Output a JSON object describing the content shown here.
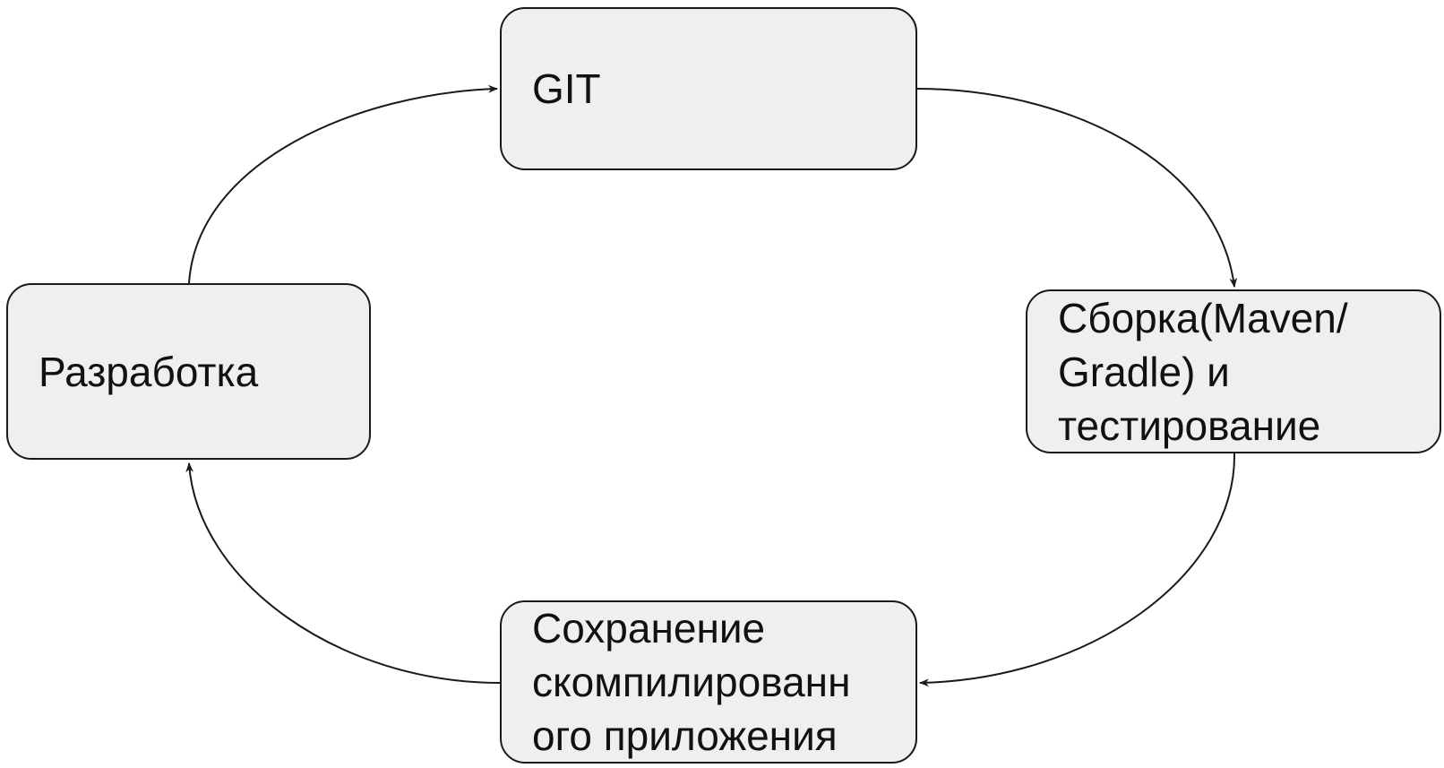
{
  "diagram": {
    "type": "cycle",
    "nodes": [
      {
        "id": "git",
        "label": "GIT"
      },
      {
        "id": "build",
        "label": "Сборка(Maven/\nGradle) и\nтестирование"
      },
      {
        "id": "store",
        "label": "Сохранение\nскомпилированн\nого приложения"
      },
      {
        "id": "dev",
        "label": "Разработка"
      }
    ],
    "edges": [
      {
        "from": "git",
        "to": "build"
      },
      {
        "from": "build",
        "to": "store"
      },
      {
        "from": "store",
        "to": "dev"
      },
      {
        "from": "dev",
        "to": "git"
      }
    ],
    "colors": {
      "node_fill": "#efefef",
      "stroke": "#1a1a1a"
    }
  }
}
